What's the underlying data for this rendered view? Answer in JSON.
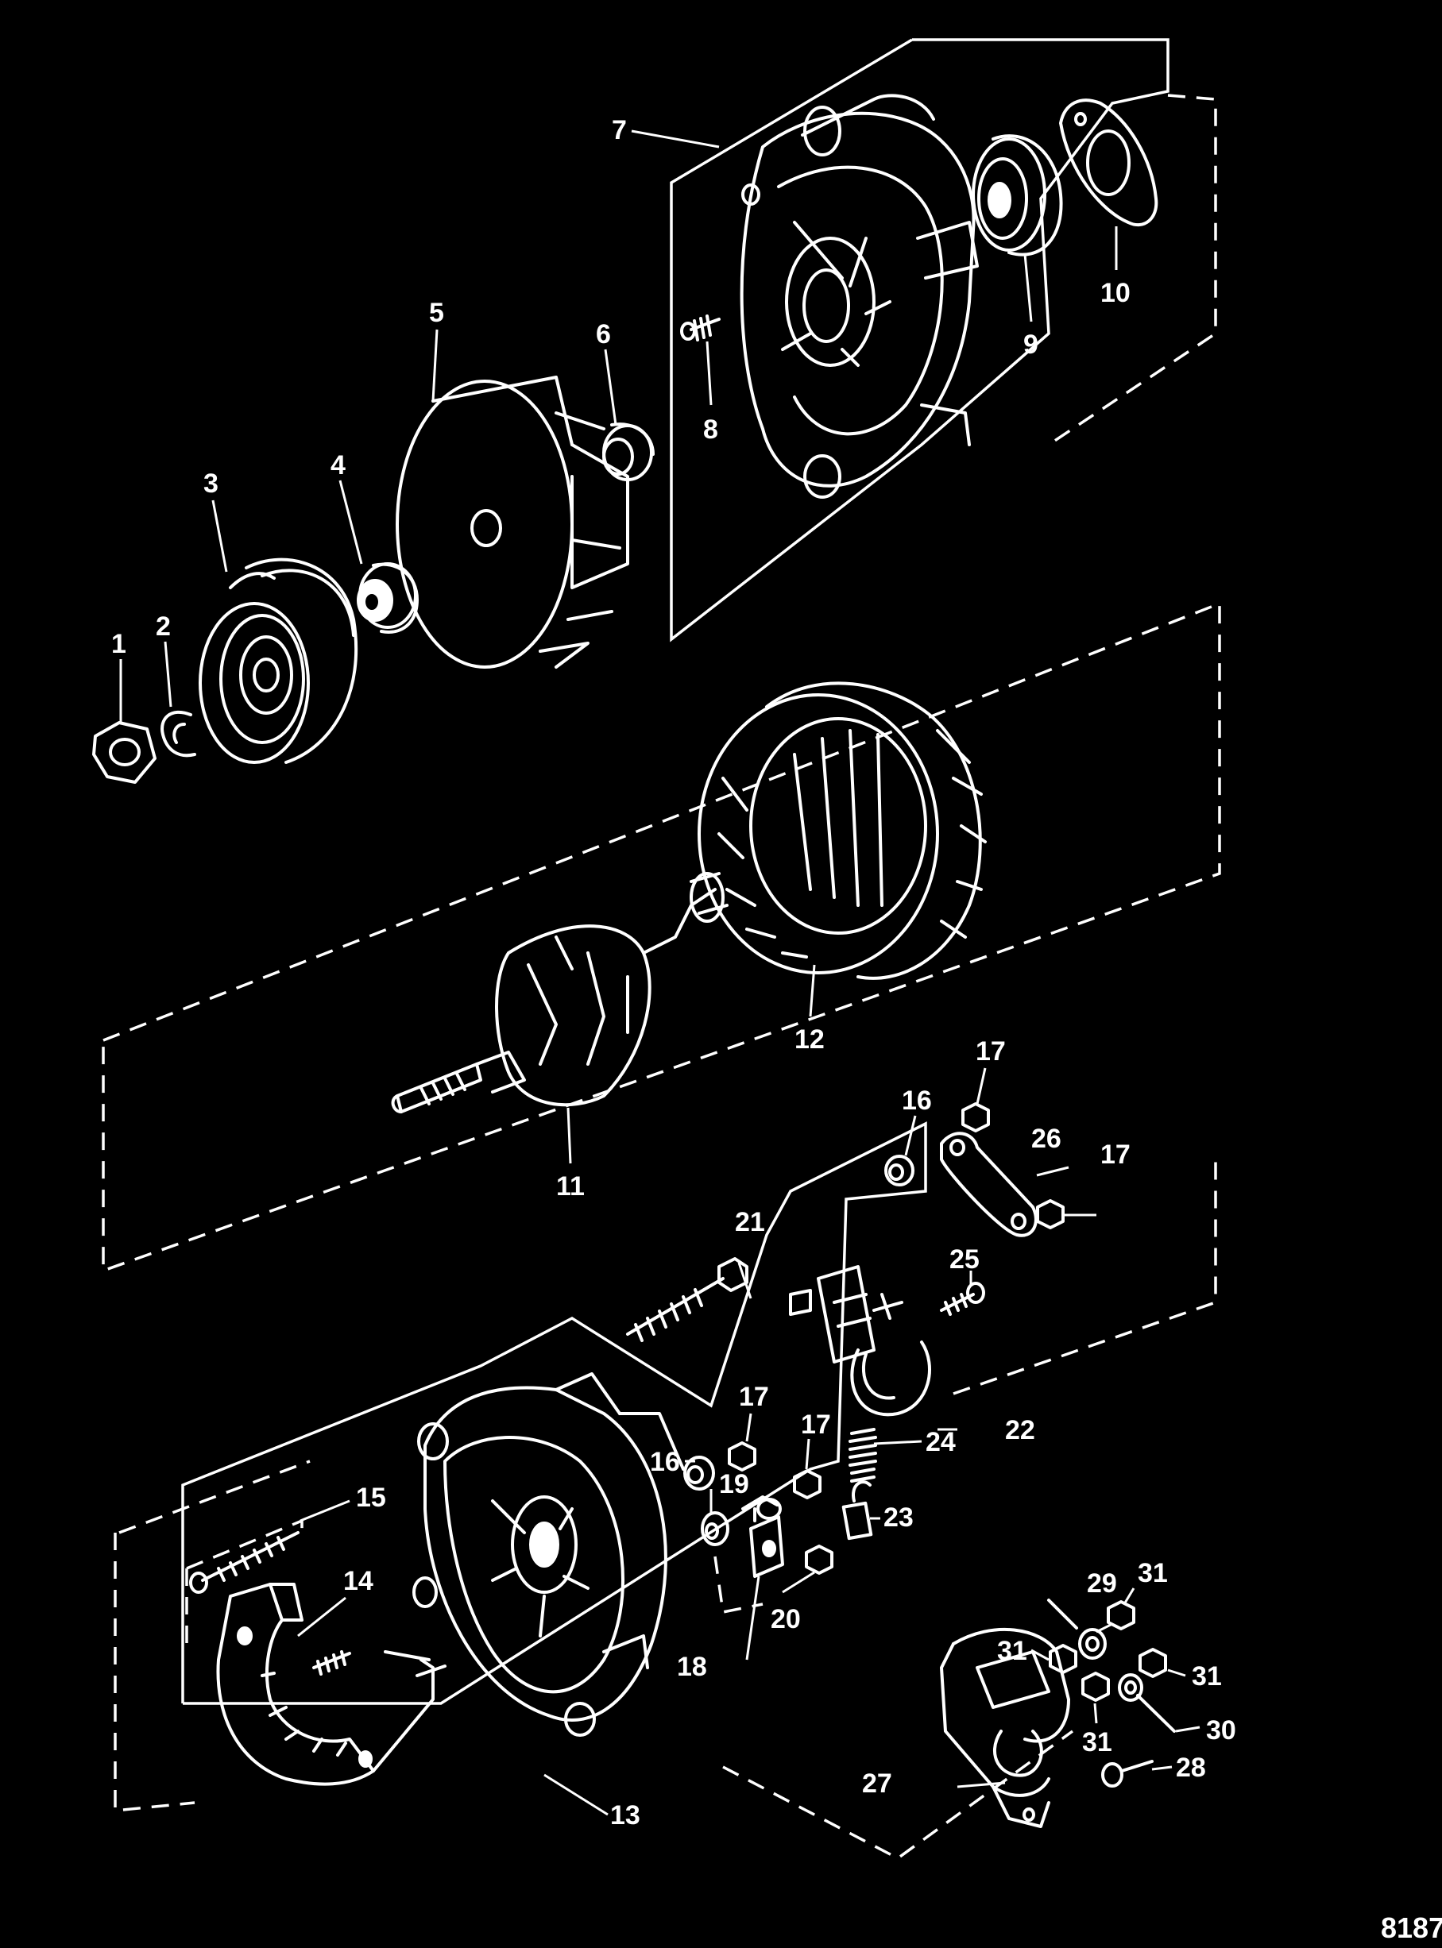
{
  "diagram": {
    "figure_number": "8187",
    "callouts": [
      "1",
      "2",
      "3",
      "4",
      "5",
      "6",
      "7",
      "8",
      "9",
      "10",
      "11",
      "12",
      "13",
      "14",
      "15",
      "16",
      "17",
      "18",
      "19",
      "20",
      "21",
      "22",
      "23",
      "24",
      "25",
      "26",
      "27",
      "28",
      "29",
      "30",
      "31"
    ],
    "extra_callouts": [
      "16",
      "17",
      "17",
      "17",
      "31",
      "31",
      "31"
    ]
  }
}
